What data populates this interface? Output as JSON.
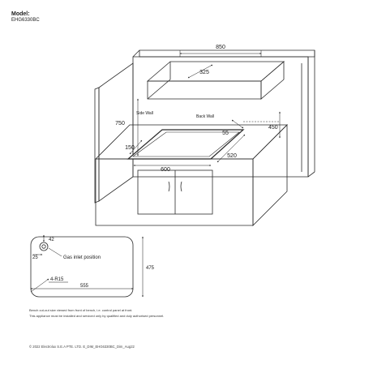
{
  "header": {
    "model_label": "Model:",
    "model_code": "EHG6330BC"
  },
  "diagram": {
    "dims": {
      "hood_width": "850",
      "hood_depth": "325",
      "wall_height": "750",
      "cutout_to_wall": "450",
      "cutout_side": "150",
      "cutout_front": "55",
      "cooktop_width": "600",
      "cooktop_depth": "520"
    },
    "labels": {
      "side_wall": "Side Wall",
      "back_wall": "Back Wall"
    }
  },
  "plan": {
    "dims": {
      "inlet_y": "42",
      "inlet_x": "25",
      "radius": "4-R15",
      "width": "555",
      "height": "475"
    },
    "gas_inlet": "Gas inlet position"
  },
  "notes": [
    "Bench cut-out size viewed from front of bench, i.e. control panel at front.",
    "This appliance must be installed and serviced only by qualified and duly authorised personnel."
  ],
  "footer": {
    "copyright": "© 2022 Electrolux S.E.A PTE. LTD. E_DIM_EHG6330BC_Dim_Aug22"
  }
}
